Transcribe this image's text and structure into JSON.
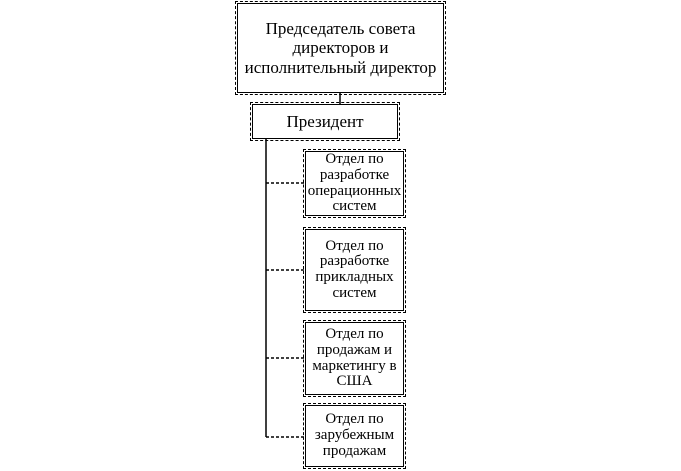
{
  "chart": {
    "root": {
      "label": "Председатель совета директоров и исполнительный директор"
    },
    "president": {
      "label": "Президент"
    },
    "departments": [
      {
        "label": "Отдел по разработке операционных систем"
      },
      {
        "label": "Отдел по разработке прикладных систем"
      },
      {
        "label": "Отдел по продажам и маркетингу в США"
      },
      {
        "label": "Отдел по зарубежным продажам"
      }
    ]
  },
  "colors": {
    "line": "#000000",
    "background": "#ffffff"
  }
}
